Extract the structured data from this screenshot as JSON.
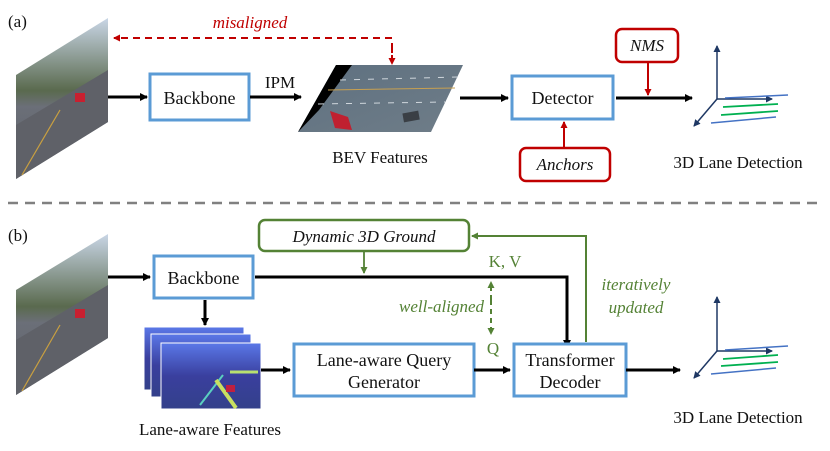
{
  "panel_a": {
    "label": "(a)",
    "misaligned_label": "misaligned",
    "backbone_label": "Backbone",
    "ipm_label": "IPM",
    "bev_caption": "BEV Features",
    "detector_label": "Detector",
    "nms_label": "NMS",
    "anchors_label": "Anchors",
    "output_caption": "3D Lane Detection"
  },
  "panel_b": {
    "label": "(b)",
    "backbone_label": "Backbone",
    "ground_label": "Dynamic 3D Ground",
    "kv_label": "K, V",
    "q_label": "Q",
    "well_aligned_label": "well-aligned",
    "iteratively_label": "iteratively",
    "updated_label": "updated",
    "query_gen_line1": "Lane-aware Query",
    "query_gen_line2": "Generator",
    "decoder_line1": "Transformer",
    "decoder_line2": "Decoder",
    "features_caption": "Lane-aware Features",
    "output_caption": "3D Lane Detection"
  },
  "colors": {
    "box_blue": "#5b9bd5",
    "red": "#c00000",
    "green": "#548235",
    "axis_navy": "#1f3864",
    "lane_green": "#00b050",
    "lane_blue": "#4472c4",
    "separator": "#808080"
  }
}
